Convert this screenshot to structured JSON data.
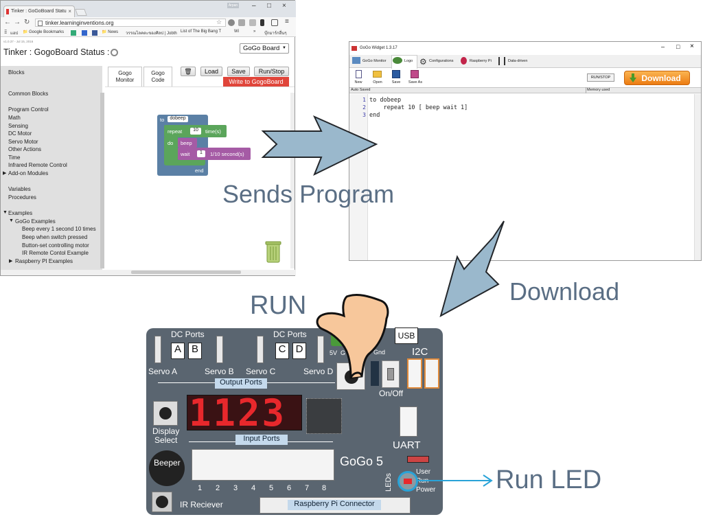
{
  "browser": {
    "tab_title": "Tinker : GoGoBoard Statu",
    "user_badge": "Arpan",
    "url": "tinker.learninginventions.org",
    "bookmarks": [
      "แอป",
      "Google Bookmarks",
      "News",
      "วรรณไลคตะของศิลป | Jobth",
      "List of The Big Bang T",
      "Wi",
      "»",
      "บุ๊กมาร์กอื่นๆ"
    ],
    "version": "v1.0.37 - Jul 15, 2016",
    "app_title": "Tinker : GogoBoard Status :",
    "board_select": "GoGo Board",
    "tabs": [
      {
        "label": "Gogo\nMonitor"
      },
      {
        "label": "Gogo\nCode"
      }
    ],
    "buttons": {
      "load": "Load",
      "save": "Save",
      "runstop": "Run/Stop",
      "write": "Write to GogoBoard"
    },
    "sidebar": {
      "blocks": "Blocks",
      "common": "Common Blocks",
      "categories": [
        "Program Control",
        "Math",
        "Sensing",
        "DC Motor",
        "Servo Motor",
        "Other Actions",
        "Time",
        "Infrared Remote Control"
      ],
      "addon": "Add-on Modules",
      "variables": "Variables",
      "procedures": "Procedures",
      "examples": "Examples",
      "gogo_examples": "GoGo Examples",
      "example_items": [
        "Beep every 1 second 10 times",
        "Beep when switch pressed",
        "Button-set controlling motor",
        "IR Remote Contol Example"
      ],
      "rpi_examples": "Raspberry PI Examples"
    },
    "blocks": {
      "to": "to",
      "proc_name": "dobeep",
      "repeat": "repeat",
      "repeat_n": "10",
      "times": "time(s)",
      "do": "do",
      "beep": "beep",
      "wait": "wait",
      "wait_n": "1",
      "wait_unit": "1/10 second(s)",
      "end": "end"
    }
  },
  "widget": {
    "title": "GoGo Widget 1.3.17",
    "tabs": [
      "GoGo Monitor",
      "Logo",
      "Configurations",
      "Raspberry Pi",
      "Data-driven"
    ],
    "tools": [
      "New",
      "Open",
      "Save",
      "Save As"
    ],
    "runstop": "RUN/STOP",
    "download": "Download",
    "status_left": "Auto Saved",
    "status_right": "Memory used",
    "line_numbers": [
      "1",
      "2",
      "3"
    ],
    "code": [
      "to dobeep",
      "    repeat 10 [ beep wait 1]",
      "end"
    ]
  },
  "labels": {
    "sends_program": "Sends Program",
    "download": "Download",
    "run": "RUN",
    "run_led": "Run LED"
  },
  "board": {
    "usb": "USB",
    "dc_ports_1": "DC Ports",
    "dc_ports_2": "DC Ports",
    "ports": [
      "A",
      "B",
      "C",
      "D"
    ],
    "servo": [
      "Servo A",
      "Servo B",
      "Servo C",
      "Servo D"
    ],
    "output_ports": "Output Ports",
    "i2c": "I2C",
    "v5": "5V",
    "g": "G",
    "gnd": "Gnd",
    "onoff": "On/Off",
    "display": "1123",
    "display_select": "Display\nSelect",
    "input_ports": "Input Ports",
    "inputs": [
      "1",
      "2",
      "3",
      "4",
      "5",
      "6",
      "7",
      "8"
    ],
    "uart": "UART",
    "gogo5": "GoGo 5",
    "beeper": "Beeper",
    "leds": "LEDs",
    "led_labels": [
      "User",
      "Run",
      "Power"
    ],
    "ir": "IR Reciever",
    "rpi": "Raspberry Pi Connector"
  },
  "colors": {
    "arrow": "#9ab8cc",
    "label_text": "#5a6e84",
    "board": "#5a6570",
    "seg_red": "#e8282c",
    "led_ring": "#29a3d8",
    "proc_block": "#5b80a5",
    "loop_block": "#5ba55b",
    "action_block": "#a55ba5"
  }
}
